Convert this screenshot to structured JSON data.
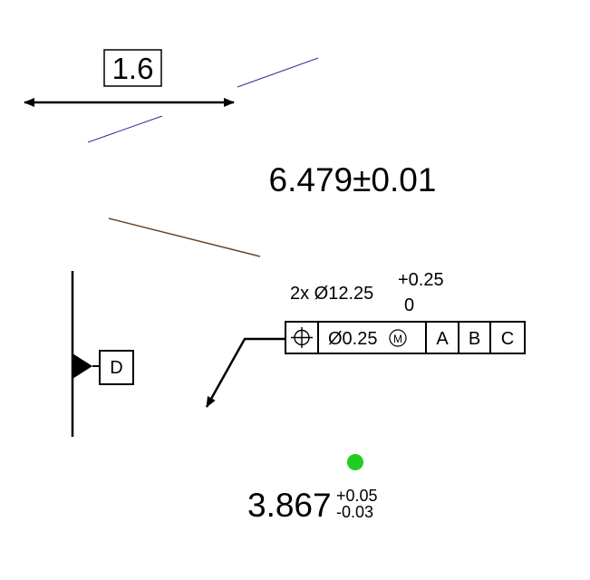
{
  "dimension_box": {
    "text": "1.6"
  },
  "nominal_dimension": {
    "text": "6.479±0.01"
  },
  "hole_callout": {
    "count_diameter": "2x Ø12.25",
    "upper_tolerance": "+0.25",
    "lower_tolerance": "0"
  },
  "feature_control_frame": {
    "symbol": "⌖",
    "tolerance": "Ø0.25",
    "modifier": "Ⓜ",
    "datum_a": "A",
    "datum_b": "B",
    "datum_c": "C"
  },
  "datum_feature": {
    "label": "D"
  },
  "bottom_dimension": {
    "nominal": "3.867",
    "upper": "+0.05",
    "lower": "-0.03"
  },
  "colors": {
    "line_purple": "#4b1f9b",
    "line_brown": "#6b4a2b",
    "marker_green": "#22cc22"
  }
}
